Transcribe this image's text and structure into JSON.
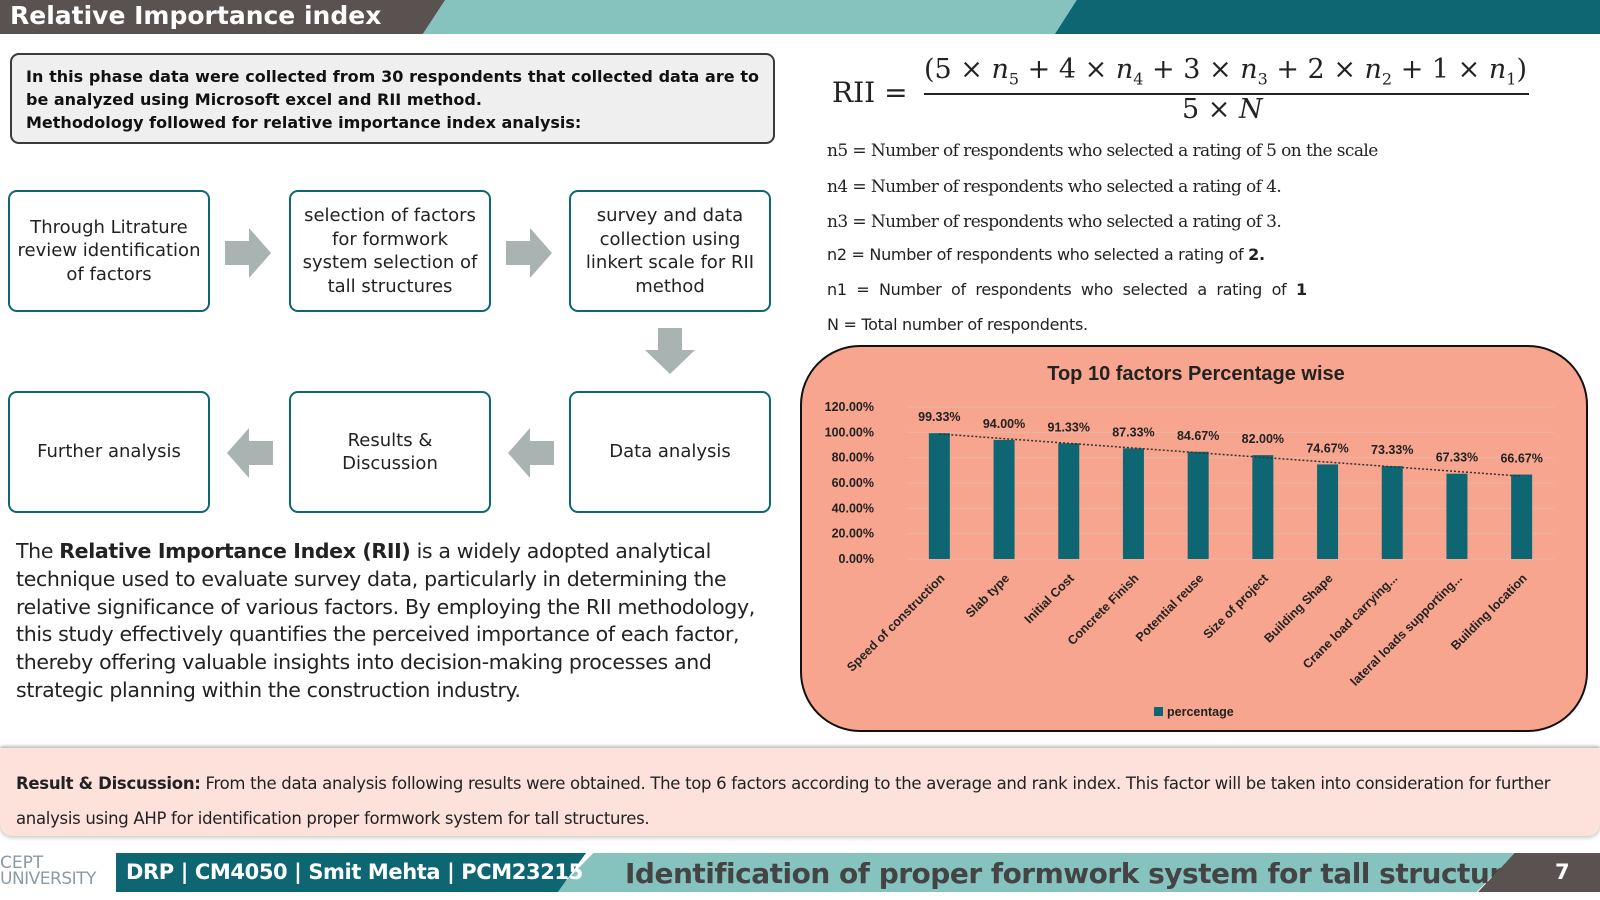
{
  "header": {
    "title": "Relative Importance index"
  },
  "intro": {
    "line1": "In this phase data were collected from 30 respondents that collected data are to be analyzed using Microsoft excel and RII method.",
    "line2": "Methodology followed for relative importance index analysis:"
  },
  "flow": {
    "step1": "Through Litrature review identification of factors",
    "step2": "selection of factors for formwork system selection of tall structures",
    "step3": "survey and data collection using linkert scale for RII method",
    "step4": "Data analysis",
    "step5": "Results & Discussion",
    "step6": "Further analysis"
  },
  "description": {
    "pre": "The ",
    "bold": "Relative Importance Index (RII)",
    "post": " is a widely adopted analytical technique used to evaluate survey data, particularly in determining the relative significance of various factors. By employing the RII methodology, this study effectively quantifies the perceived importance of each factor, thereby offering valuable insights into decision-making processes and strategic planning within the construction industry."
  },
  "formula": {
    "lhs": "RII ="
  },
  "definitions": {
    "n5": "n5 = Number of respondents who selected a rating of 5 on the scale",
    "n4": "n4 = Number of respondents who selected a rating of 4.",
    "n3": "n3 = Number of respondents who selected a rating of 3.",
    "n2_pre": "n2 = Number of respondents who selected a rating of ",
    "n2_bold": "2.",
    "n1_pre": "n1  =  Number  of  respondents  who  selected  a  rating  of  ",
    "n1_bold": "1",
    "N": "N = Total number of respondents."
  },
  "chart_data": {
    "type": "bar",
    "title": "Top 10 factors Percentage wise",
    "categories": [
      "Speed of construction",
      "Slab type",
      "Initial Cost",
      "Concrete Finish",
      "Potential reuse",
      "Size of project",
      "Building Shape",
      "Crane load carrying...",
      "lateral loads supporting...",
      "Building location"
    ],
    "series": [
      {
        "name": "percentage",
        "values": [
          99.33,
          94.0,
          91.33,
          87.33,
          84.67,
          82.0,
          74.67,
          73.33,
          67.33,
          66.67
        ]
      }
    ],
    "data_labels": [
      "99.33%",
      "94.00%",
      "91.33%",
      "87.33%",
      "84.67%",
      "82.00%",
      "74.67%",
      "73.33%",
      "67.33%",
      "66.67%"
    ],
    "y_ticks": [
      "0.00%",
      "20.00%",
      "40.00%",
      "60.00%",
      "80.00%",
      "100.00%",
      "120.00%"
    ],
    "ylim": [
      0,
      120
    ],
    "trendline": "linear, dotted",
    "legend": "bottom",
    "grid": true,
    "colors": {
      "bar": "#0e6672",
      "background": "#f7a58e"
    }
  },
  "result": {
    "label": "Result & Discussion:",
    "text": " From the data analysis following results were obtained. The top 6 factors according to the average and rank index. This factor will be taken into consideration for further analysis using AHP for identification proper formwork system for tall structures."
  },
  "footer": {
    "logo_line1": "CEPT",
    "logo_line2": "UNIVERSITY",
    "info": "DRP | CM4050 | Smit Mehta | PCM23215",
    "title": "Identification of proper formwork system for tall structures.",
    "page_number": "7"
  },
  "colors": {
    "teal_dark": "#0e6672",
    "teal_light": "#86c3bf",
    "gray_dark": "#5a5250",
    "salmon": "#f7a58e",
    "result_bg": "#fde2dc"
  }
}
